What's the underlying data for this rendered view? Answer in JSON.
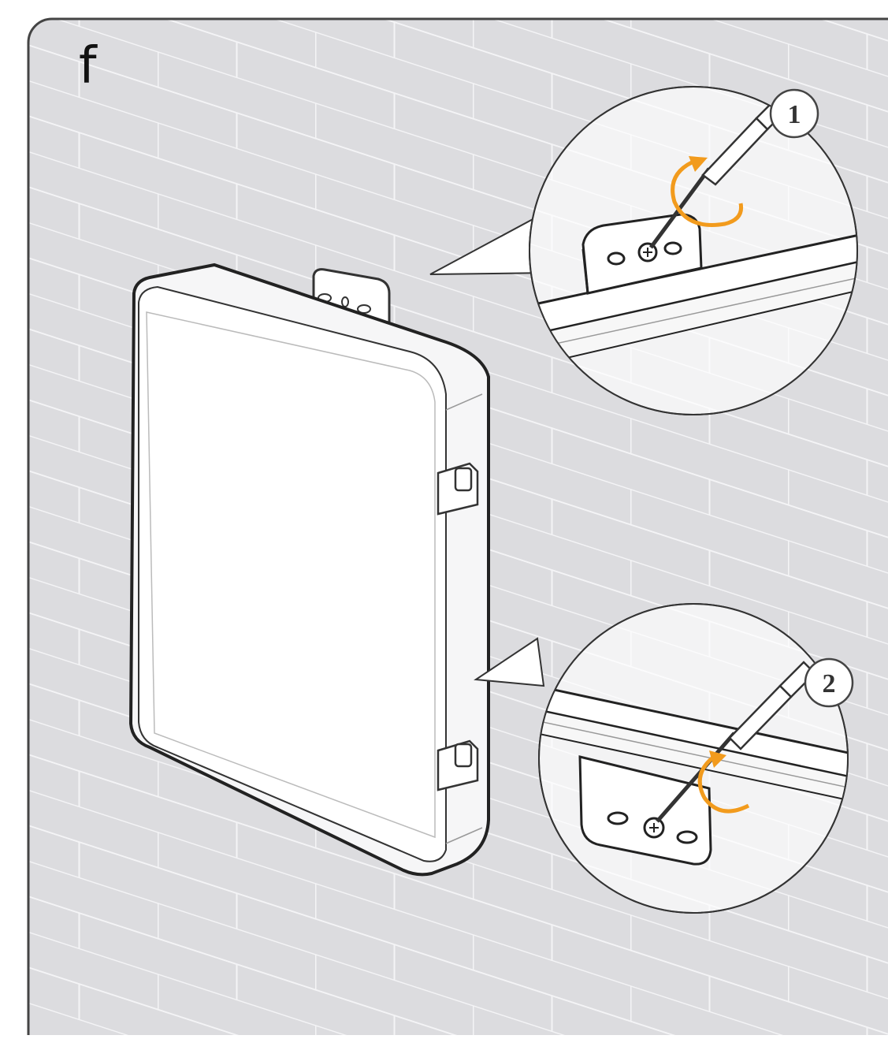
{
  "panel_label": "f",
  "callouts": [
    {
      "step": "1"
    },
    {
      "step": "2"
    }
  ],
  "colors": {
    "wall": "#dcdcdf",
    "mortar": "#f4f4f6",
    "outline": "#333333",
    "enclosure": "#ffffff",
    "arrow": "#f29b1d"
  },
  "icons": [
    "screwdriver-icon",
    "rotate-arrow-icon",
    "screw-icon"
  ]
}
